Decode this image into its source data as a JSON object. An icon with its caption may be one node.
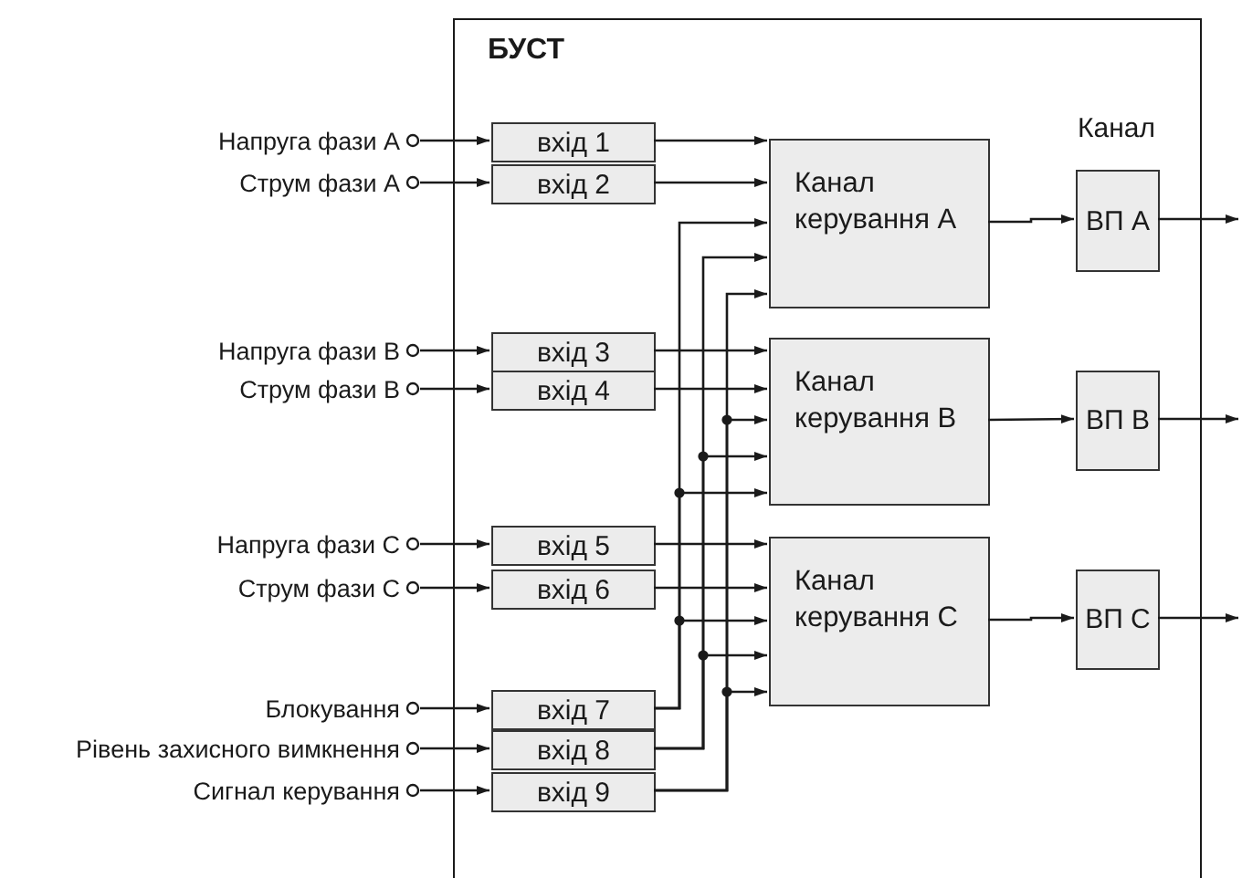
{
  "diagram": {
    "nodes": [
      {
        "text": [
          "БУСТ"
        ]
      },
      {
        "text": [
          "Напруга фази A"
        ]
      },
      {
        "text": [
          "Струм фази A"
        ]
      },
      {
        "text": [
          "Напруга фази B"
        ]
      },
      {
        "text": [
          "Струм фази B"
        ]
      },
      {
        "text": [
          "Напруга фази C"
        ]
      },
      {
        "text": [
          "Струм фази C"
        ]
      },
      {
        "text": [
          "Блокування"
        ]
      },
      {
        "text": [
          "Рівень захисного вимкнення"
        ]
      },
      {
        "text": [
          "Сигнал керування"
        ]
      },
      {
        "text": [
          "вхід 1"
        ],
        "in": 0
      },
      {
        "text": [
          "вхід 2"
        ],
        "in": 0
      },
      {
        "text": [
          "вхід 3"
        ],
        "in": 0
      },
      {
        "text": [
          "вхід 4"
        ],
        "in": 0
      },
      {
        "text": [
          "вхід 5"
        ],
        "in": 0
      },
      {
        "text": [
          "вхід 6"
        ],
        "in": 0
      },
      {
        "text": [
          "вхід 7"
        ],
        "in": 0
      },
      {
        "text": [
          "вхід 8"
        ],
        "in": 0
      },
      {
        "text": [
          "вхід 9"
        ],
        "in": 0
      },
      {
        "text": [
          "Канал керування A"
        ],
        "in": 0
      },
      {
        "text": [
          "Канал керування B"
        ],
        "in": 0
      },
      {
        "text": [
          "Канал керування C"
        ],
        "in": 0
      },
      {
        "text": [
          "ВП A"
        ],
        "in": 0
      },
      {
        "text": [
          "ВП B"
        ],
        "in": 0
      },
      {
        "text": [
          "ВП C"
        ],
        "in": 0
      }
    ],
    "edges": [
      {
        "from": 1,
        "to": 10,
        "arrow": "to"
      },
      {
        "from": 2,
        "to": 11,
        "arrow": "to"
      },
      {
        "from": 3,
        "to": 12,
        "arrow": "to"
      },
      {
        "from": 4,
        "to": 13,
        "arrow": "to"
      },
      {
        "from": 5,
        "to": 14,
        "arrow": "to"
      },
      {
        "from": 6,
        "to": 15,
        "arrow": "to"
      },
      {
        "from": 7,
        "to": 16,
        "arrow": "to"
      },
      {
        "from": 8,
        "to": 17,
        "arrow": "to"
      },
      {
        "from": 9,
        "to": 18,
        "arrow": "to"
      },
      {
        "from": 10,
        "to": 19,
        "arrow": "to"
      },
      {
        "from": 11,
        "to": 19,
        "arrow": "to"
      },
      {
        "from": 12,
        "to": 20,
        "arrow": "to"
      },
      {
        "from": 13,
        "to": 20,
        "arrow": "to"
      },
      {
        "from": 14,
        "to": 21,
        "arrow": "to"
      },
      {
        "from": 15,
        "to": 21,
        "arrow": "to"
      },
      {
        "from": 16,
        "to": 19,
        "arrow": "to"
      },
      {
        "from": 16,
        "to": 20,
        "arrow": "to"
      },
      {
        "from": 16,
        "to": 21,
        "arrow": "to"
      },
      {
        "from": 17,
        "to": 19,
        "arrow": "to"
      },
      {
        "from": 17,
        "to": 20,
        "arrow": "to"
      },
      {
        "from": 17,
        "to": 21,
        "arrow": "to"
      },
      {
        "from": 18,
        "to": 19,
        "arrow": "to"
      },
      {
        "from": 18,
        "to": 20,
        "arrow": "to"
      },
      {
        "from": 18,
        "to": 21,
        "arrow": "to"
      },
      {
        "from": 19,
        "to": 22,
        "arrow": "to"
      },
      {
        "from": 20,
        "to": 23,
        "arrow": "to"
      },
      {
        "from": 21,
        "to": 24,
        "arrow": "to"
      },
      {
        "from": 22,
        "to": null,
        "arrow": "to"
      },
      {
        "from": 23,
        "to": null,
        "arrow": "to"
      },
      {
        "from": 24,
        "to": null,
        "arrow": "to"
      }
    ],
    "labels": [
      "Канал"
    ]
  }
}
